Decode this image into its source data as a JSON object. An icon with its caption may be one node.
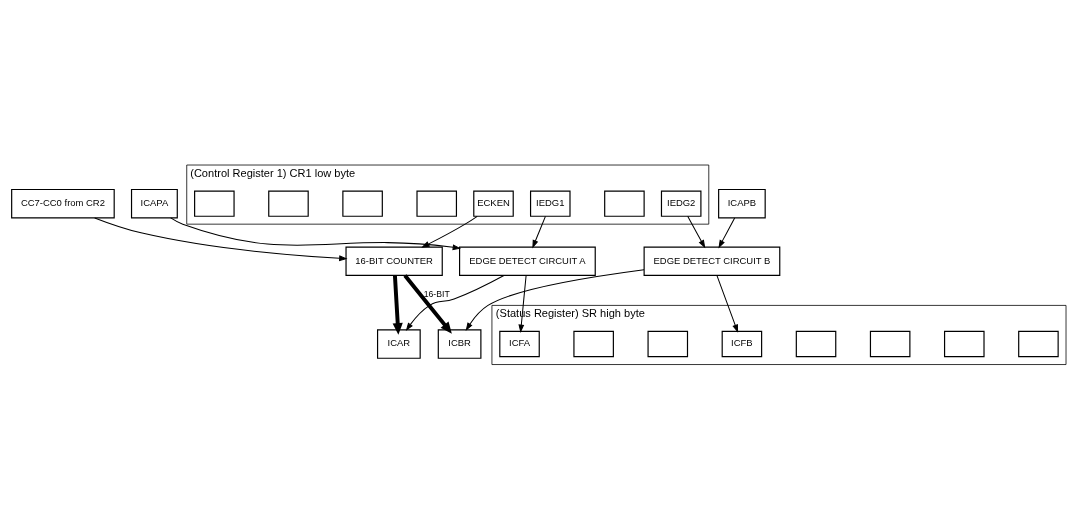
{
  "diagram": {
    "nodes": [
      {
        "text": [
          "ICAPA"
        ]
      },
      {
        "text": [
          "ICAPB"
        ]
      },
      {
        "text": [
          "EDGE DETECT CIRCUIT B"
        ]
      },
      {
        "text": [
          "EDGE DETECT CIRCUIT A"
        ]
      },
      {
        "text": [
          "ICBR"
        ]
      },
      {
        "text": [
          "ICAR"
        ]
      },
      {
        "text": [
          "16-BIT COUNTER"
        ]
      },
      {
        "text": [
          "CC7-CC0 from CR2"
        ]
      },
      {
        "text": [
          "(Status Register) SR high byte"
        ]
      },
      {
        "text": [
          "ICFA"
        ],
        "in": 8
      },
      {
        "text": [],
        "shape": "box",
        "in": 8
      },
      {
        "text": [],
        "shape": "box",
        "in": 8
      },
      {
        "text": [
          "ICFB"
        ],
        "in": 8
      },
      {
        "text": [],
        "shape": "box",
        "in": 8
      },
      {
        "text": [],
        "shape": "box",
        "in": 8
      },
      {
        "text": [],
        "shape": "box",
        "in": 8
      },
      {
        "text": [],
        "shape": "box",
        "in": 8
      },
      {
        "text": [
          "(Control Register 1) CR1 low byte"
        ]
      },
      {
        "text": [],
        "shape": "box",
        "in": 17
      },
      {
        "text": [],
        "shape": "box",
        "in": 17
      },
      {
        "text": [],
        "shape": "box",
        "in": 17
      },
      {
        "text": [],
        "shape": "box",
        "in": 17
      },
      {
        "text": [
          "IEDG2"
        ],
        "in": 17
      },
      {
        "text": [
          "IEDG1"
        ],
        "in": 17
      },
      {
        "text": [],
        "shape": "box",
        "in": 17
      },
      {
        "text": [
          "ECKEN"
        ],
        "in": 17
      }
    ],
    "edges": [
      {
        "from": 0,
        "to": 3,
        "arrow": "to"
      },
      {
        "from": 1,
        "to": 2,
        "arrow": "to"
      },
      {
        "from": 23,
        "to": 3,
        "arrow": "to"
      },
      {
        "from": 22,
        "to": 2,
        "arrow": "to"
      },
      {
        "from": 2,
        "to": 4,
        "arrow": "to"
      },
      {
        "from": 3,
        "to": 5,
        "arrow": "to"
      },
      {
        "from": 3,
        "to": 9,
        "arrow": "to"
      },
      {
        "from": 2,
        "to": 12,
        "arrow": "to"
      },
      {
        "from": 6,
        "to": 4,
        "arrow": "to",
        "label": "16-BIT",
        "style": "thick"
      },
      {
        "from": 6,
        "to": 5,
        "arrow": "to",
        "style": "thick"
      },
      {
        "from": 7,
        "to": 6,
        "arrow": "to"
      },
      {
        "from": 25,
        "to": 6,
        "arrow": "to"
      }
    ]
  }
}
